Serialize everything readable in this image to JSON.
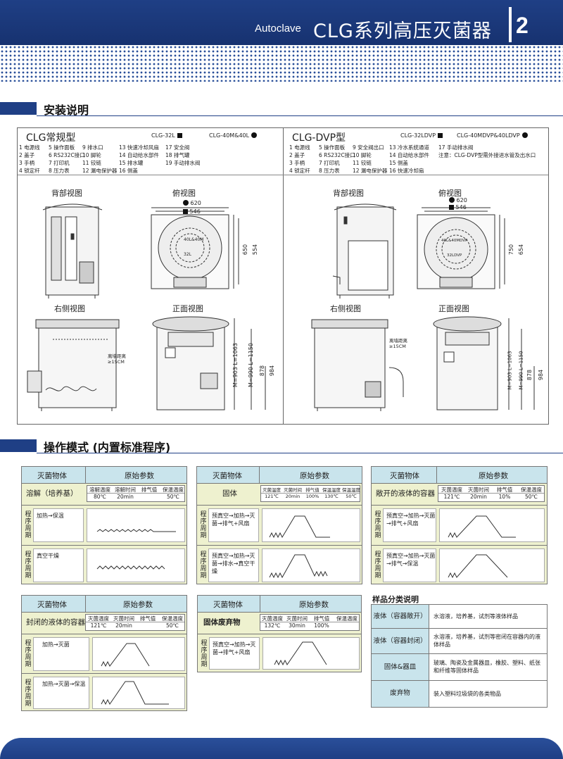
{
  "header": {
    "subtitle": "Autoclave",
    "title": "CLG系列高压灭菌器",
    "page_number": "2"
  },
  "install": {
    "heading": "安装说明",
    "left": {
      "model": "CLG常规型",
      "tag1": "CLG-32L",
      "tag2": "CLG-40M&40L",
      "parts": [
        "1 电源线",
        "2 盖子",
        "3 手柄",
        "4 锁定杆",
        "5 操作面板",
        "6 RS232C接口",
        "7 打印机",
        "8 压力表",
        "9 排水口",
        "10 脚轮",
        "11 铰链",
        "12 漏电保护器",
        "13 快速冷却风扇",
        "14 自动给水部件",
        "15 排水罐",
        "16 侧盖",
        "17 安全阀",
        "18 排气罐",
        "19 手动排水阀"
      ],
      "views": {
        "back": "背部视图",
        "top": "俯视图",
        "right": "右侧视图",
        "front": "正面视图"
      },
      "dims": {
        "w1": "620",
        "w2": "546",
        "d1": "650",
        "d2": "554",
        "m": "M=903 L=1063",
        "ml": "M=990 L=1150",
        "h1": "878",
        "h2": "984",
        "wall": "离墙距离",
        "wall2": "≥15CM",
        "in1": "40L&40M",
        "in2": "32L"
      }
    },
    "right": {
      "model": "CLG-DVP型",
      "tag1": "CLG-32LDVP",
      "tag2": "CLG-40MDVP&40LDVP",
      "parts": [
        "1 电源线",
        "2 盖子",
        "3 手柄",
        "4 锁定杆",
        "5 操作面板",
        "6 RS232C接口",
        "7 打印机",
        "8 压力表",
        "9 安全阀出口",
        "10 脚轮",
        "11 铰链",
        "12 漏电保护器",
        "13 冷水系统通道",
        "14 自动给水部件",
        "15 侧盖",
        "16 快速冷却扇",
        "17 手动排水阀"
      ],
      "note": "注意：CLG-DVP型需外接进水管及出水口",
      "views": {
        "back": "背部视图",
        "top": "俯视图",
        "right": "右侧视图",
        "front": "正面视图"
      },
      "dims": {
        "w1": "620",
        "w2": "546",
        "d1": "750",
        "d2": "654",
        "m": "M=903 L=1063",
        "ml": "M=990 L=1150",
        "h1": "878",
        "h2": "984",
        "wall": "离墙距离",
        "wall2": "≥15CM",
        "in1": "40L&40MDVP",
        "in2": "32LDVP"
      }
    }
  },
  "programs": {
    "heading": "操作模式 (内置标准程序)",
    "col_object": "灭菌物体",
    "col_params": "原始参数",
    "vertical_label": "程序周期",
    "cards": [
      {
        "object": "溶解（培养基）",
        "params": [
          "溶解温度",
          "溶解时间",
          "排气值",
          "保温温度"
        ],
        "values": [
          "80℃",
          "20min",
          "",
          "50℃"
        ],
        "steps": [
          "加热→保温",
          "真空干燥"
        ]
      },
      {
        "object": "固体",
        "params": [
          "灭菌温度",
          "灭菌时间",
          "排气值",
          "保温温度"
        ],
        "values": [
          "121℃",
          "20min",
          "100%",
          "130℃",
          "50℃"
        ],
        "steps": [
          "预真空→加热→灭菌→排气+风扇",
          "预真空→加热→灭菌→排水→真空干燥"
        ]
      },
      {
        "object": "敞开的液体的容器",
        "params": [
          "灭菌温度",
          "灭菌时间",
          "排气值",
          "保温温度"
        ],
        "values": [
          "121℃",
          "20min",
          "10%",
          "50℃"
        ],
        "steps": [
          "预真空→加热→灭菌→排气+风扇",
          "预真空→加热→灭菌→排气→保温"
        ]
      },
      {
        "object": "封闭的液体的容器",
        "params": [
          "灭菌温度",
          "灭菌时间",
          "排气值",
          "保温温度"
        ],
        "values": [
          "121℃",
          "20min",
          "",
          "50℃"
        ],
        "steps": [
          "加热→灭菌",
          "加热→灭菌→保温"
        ]
      },
      {
        "object": "固体废弃物",
        "params": [
          "灭菌温度",
          "灭菌时间",
          "排气值",
          "保温温度"
        ],
        "values": [
          "132℃",
          "30min",
          "100%",
          ""
        ],
        "steps": [
          "预真空→加热→灭菌→排气+风扇"
        ]
      }
    ]
  },
  "samples": {
    "title": "样品分类说明",
    "rows": [
      {
        "name": "液体（容器敞开）",
        "desc": "水溶液，培养基，试剂等液体样品"
      },
      {
        "name": "液体（容器封闭）",
        "desc": "水溶液，培养基，试剂等密闭在容器内的液体样品"
      },
      {
        "name": "固体&器皿",
        "desc": "玻璃、陶瓷及金属器皿，橡胶、塑料、纸张和纤维等固体样品"
      },
      {
        "name": "废弃物",
        "desc": "装入塑料垃圾袋的各类物品"
      }
    ]
  },
  "colors": {
    "brand": "#1f3f85",
    "card_bg": "#eef1cf",
    "card_head": "#c9e4ec"
  }
}
